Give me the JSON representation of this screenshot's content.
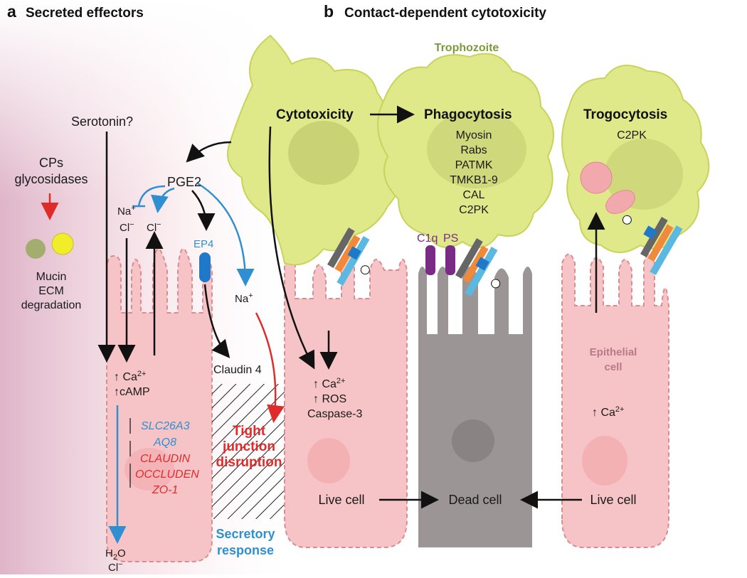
{
  "panel_a": {
    "letter": "a",
    "title": "Secreted effectors",
    "serotonin": "Serotonin?",
    "cps_line1": "CPs",
    "cps_line2": "glycosidases",
    "mucin_line1": "Mucin",
    "mucin_line2": "ECM",
    "mucin_line3": "degradation",
    "pge2": "PGE2",
    "na_left": "Na",
    "cl_left": "Cl",
    "cl_right": "Cl",
    "ep4": "EP4",
    "na_right": "Na",
    "claudin4": "Claudin 4",
    "ca": "Ca",
    "camp": "cAMP",
    "genes": [
      "SLC26A3",
      "AQ8",
      "CLAUDIN",
      "OCCLUDEN",
      "ZO-1"
    ],
    "tight_line1": "Tight",
    "tight_line2": "junction",
    "tight_line3": "disruption",
    "secretory_line1": "Secretory",
    "secretory_line2": "response",
    "h2o": "H",
    "cl_bottom": "Cl"
  },
  "panel_b": {
    "letter": "b",
    "title": "Contact-dependent cytotoxicity",
    "trophozoite": "Trophozoite",
    "cytotoxicity": "Cytotoxicity",
    "phagocytosis": "Phagocytosis",
    "phago_list": [
      "Myosin",
      "Rabs",
      "PATMK",
      "TMKB1-9",
      "CAL",
      "C2PK"
    ],
    "trogocytosis": "Trogocytosis",
    "trogo_list": [
      "C2PK"
    ],
    "c1q": "C1q",
    "ps": "PS",
    "epithelial_line1": "Epithelial",
    "epithelial_line2": "cell",
    "ca": "Ca",
    "ros": "ROS",
    "caspase": "Caspase-3",
    "ca_right": "Ca",
    "live_cell_left": "Live cell",
    "dead_cell": "Dead cell",
    "live_cell_right": "Live cell"
  },
  "colors": {
    "trophozoite": "#dde87a",
    "epithelium": "#f6c4c6",
    "dead_cell": "#a09a9a",
    "blue_text": "#2f8fd0",
    "red_text": "#e02b2b",
    "purple_marker": "#7a2b86"
  }
}
